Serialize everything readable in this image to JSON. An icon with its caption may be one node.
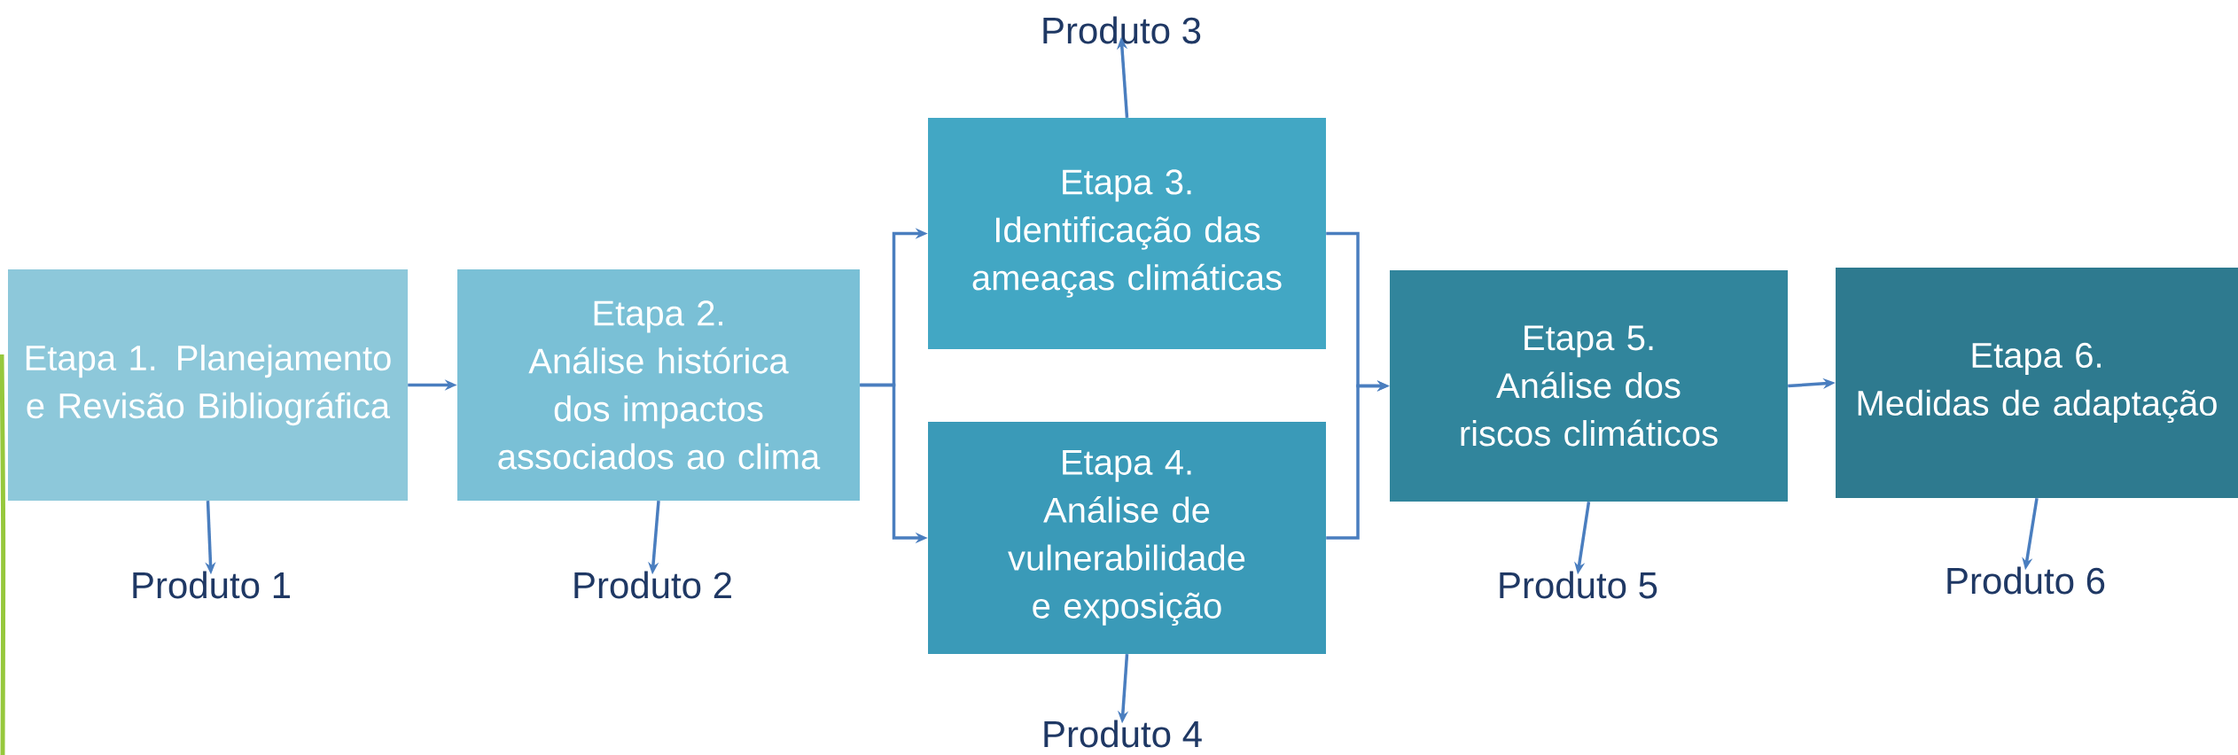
{
  "diagram": {
    "nodes": [
      {
        "text": [
          "Etapa 1. Planejamento e Revisão Bibliográfica"
        ]
      },
      {
        "text": [
          "Etapa 2.",
          "Análise histórica dos impactos associados ao clima"
        ]
      },
      {
        "text": [
          "Etapa 3.",
          "Identificação das ameaças climáticas"
        ]
      },
      {
        "text": [
          "Etapa 4.",
          "Análise de vulnerabilidade e exposição"
        ]
      },
      {
        "text": [
          "Etapa 5.",
          "Análise dos riscos climáticos"
        ]
      },
      {
        "text": [
          "Etapa 6.",
          "Medidas de adaptação"
        ]
      },
      {
        "text": [
          "Produto 1"
        ]
      },
      {
        "text": [
          "Produto 2"
        ]
      },
      {
        "text": [
          "Produto 3"
        ]
      },
      {
        "text": [
          "Produto 4"
        ]
      },
      {
        "text": [
          "Produto 5"
        ]
      },
      {
        "text": [
          "Produto 6"
        ]
      }
    ],
    "edges": [
      {
        "from": 0,
        "to": 1,
        "arrow": "to"
      },
      {
        "from": 1,
        "to": 2,
        "arrow": "to"
      },
      {
        "from": 1,
        "to": 3,
        "arrow": "to"
      },
      {
        "from": 2,
        "to": 4,
        "arrow": "to"
      },
      {
        "from": 3,
        "to": 4,
        "arrow": "to"
      },
      {
        "from": 4,
        "to": 5,
        "arrow": "to"
      },
      {
        "from": 0,
        "to": 6,
        "arrow": "to"
      },
      {
        "from": 1,
        "to": 7,
        "arrow": "to"
      },
      {
        "from": 2,
        "to": 8,
        "arrow": "to"
      },
      {
        "from": 3,
        "to": 9,
        "arrow": "to"
      },
      {
        "from": 4,
        "to": 10,
        "arrow": "to"
      },
      {
        "from": 5,
        "to": 11,
        "arrow": "to"
      }
    ]
  }
}
